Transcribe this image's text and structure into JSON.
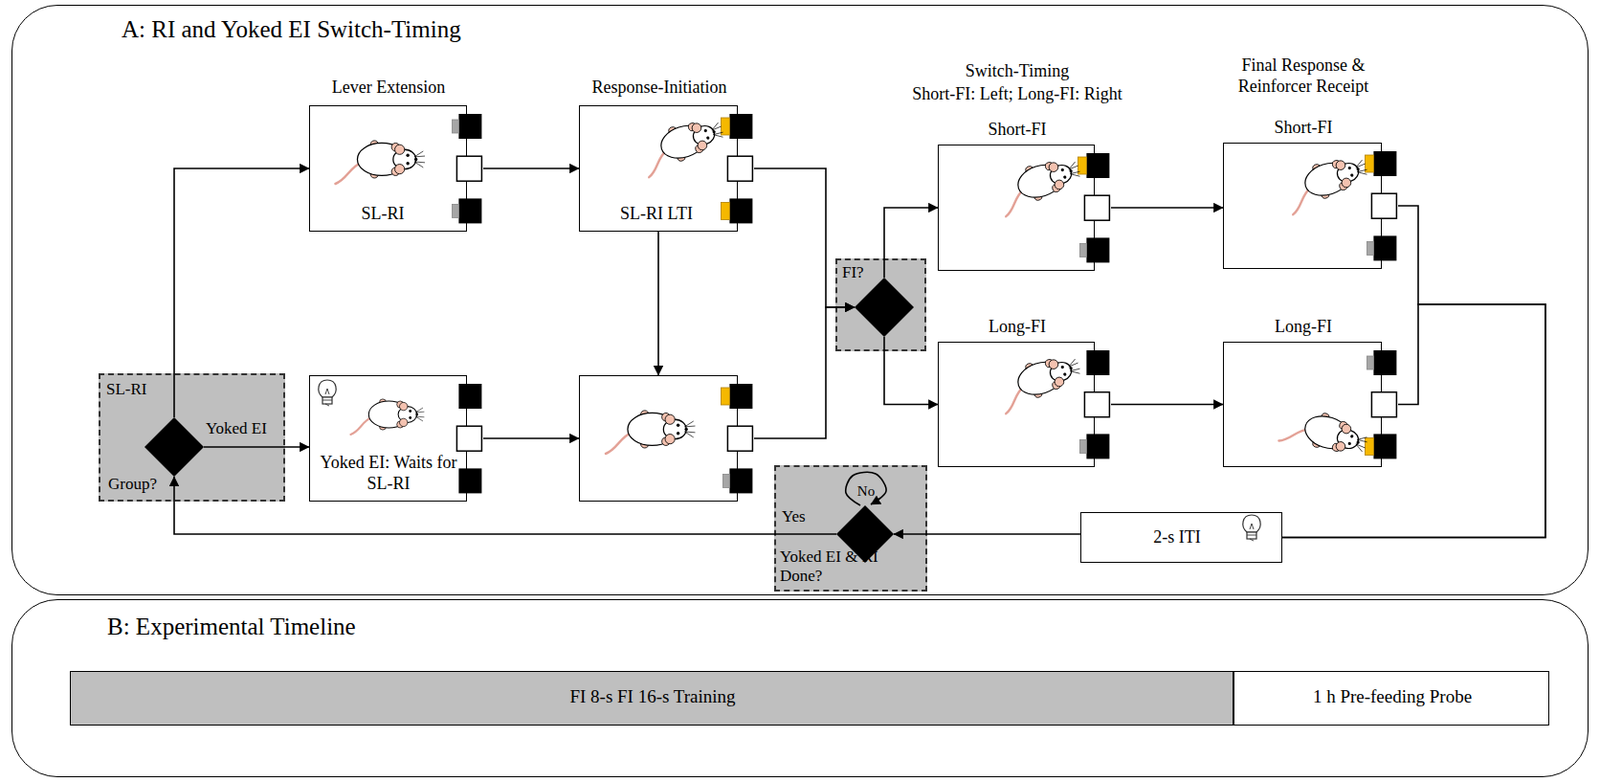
{
  "diagram": {
    "nodes": [
      {
        "text": [
          "A: RI and Yoked EI Switch-Timing"
        ]
      },
      {
        "text": [
          "Lever Extension",
          "SL-RI"
        ],
        "in": 0
      },
      {
        "text": [
          "Response-Initiation",
          "SL-RI LTI"
        ],
        "in": 0
      },
      {
        "text": [
          "SL-RI",
          "Yoked EI",
          "Group?"
        ],
        "in": 0
      },
      {
        "text": [
          "Yoked EI: Waits for SL-RI"
        ],
        "in": 0
      },
      {
        "text": [],
        "in": 0
      },
      {
        "text": [
          "FI?"
        ],
        "in": 0
      },
      {
        "text": [
          "Switch-Timing",
          "Short-FI: Left; Long-FI: Right",
          "Short-FI"
        ],
        "in": 0
      },
      {
        "text": [
          "Long-FI"
        ],
        "in": 0
      },
      {
        "text": [
          "Final Response & Reinforcer Receipt",
          "Short-FI"
        ],
        "in": 0
      },
      {
        "text": [
          "Long-FI"
        ],
        "in": 0
      },
      {
        "text": [
          "2-s ITI"
        ],
        "in": 0
      },
      {
        "text": [
          "No",
          "Yes",
          "Yoked EI & RI Done?"
        ],
        "in": 0
      },
      {
        "text": [
          "B: Experimental Timeline"
        ]
      },
      {
        "text": [
          "FI 8-s FI 16-s Training"
        ],
        "in": 13
      },
      {
        "text": [
          "1 h Pre-feeding Probe"
        ],
        "in": 13
      }
    ],
    "edges": [
      {
        "from": 3,
        "to": 1,
        "arrow": "to"
      },
      {
        "from": 3,
        "to": 4,
        "arrow": "to"
      },
      {
        "from": 1,
        "to": 2,
        "arrow": "to"
      },
      {
        "from": 2,
        "to": 5,
        "arrow": "to"
      },
      {
        "from": 4,
        "to": 5,
        "arrow": "to"
      },
      {
        "from": 2,
        "to": 6,
        "arrow": "to"
      },
      {
        "from": 5,
        "to": 6,
        "arrow": "to"
      },
      {
        "from": 6,
        "to": 7,
        "arrow": "to"
      },
      {
        "from": 6,
        "to": 8,
        "arrow": "to"
      },
      {
        "from": 7,
        "to": 9,
        "arrow": "to"
      },
      {
        "from": 8,
        "to": 10,
        "arrow": "to"
      },
      {
        "from": 9,
        "to": 11,
        "arrow": "none"
      },
      {
        "from": 10,
        "to": 11,
        "arrow": "none"
      },
      {
        "from": 11,
        "to": 12,
        "arrow": "to"
      },
      {
        "from": 12,
        "to": 12,
        "arrow": "to"
      },
      {
        "from": 12,
        "to": 3,
        "arrow": "to"
      }
    ]
  }
}
